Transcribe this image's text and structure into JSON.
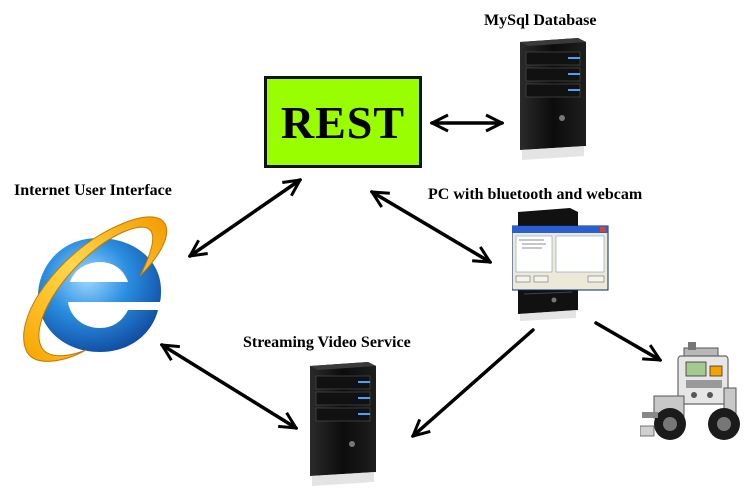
{
  "labels": {
    "rest": "REST",
    "mysql": "MySql Database",
    "internet_ui": "Internet User Interface",
    "pc": "PC with bluetooth and webcam",
    "streaming": "Streaming Video Service"
  },
  "icons": {
    "mysql": "server-tower-icon",
    "pc": "pc-server-with-window-icon",
    "streaming": "server-tower-icon",
    "browser": "internet-explorer-logo-icon",
    "robot": "lego-mindstorms-robot-icon"
  },
  "colors": {
    "rest_box": "#99ff00",
    "arrow": "#000000"
  }
}
